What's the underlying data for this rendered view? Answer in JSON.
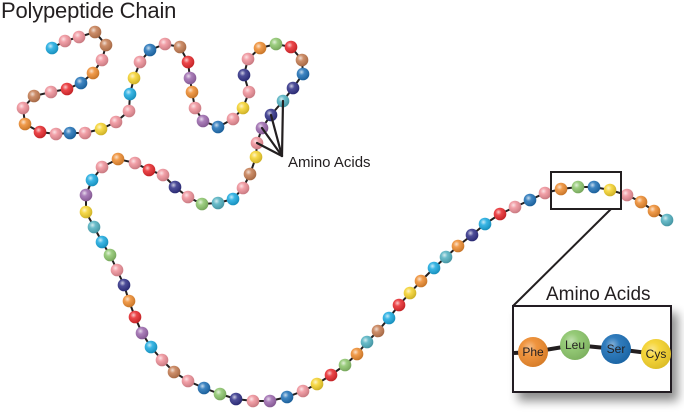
{
  "title": "Polypeptide Chain",
  "pointer_label": "Amino Acids",
  "inset": {
    "title": "Amino Acids",
    "residues": [
      {
        "label": "Phe",
        "color": "orange"
      },
      {
        "label": "Leu",
        "color": "green"
      },
      {
        "label": "Ser",
        "color": "blue"
      },
      {
        "label": "Cys",
        "color": "yellow"
      }
    ]
  },
  "palette": {
    "pink": "#ef8f98",
    "cyan": "#17a9e0",
    "brown": "#c47a4f",
    "orange": "#ee8a2c",
    "blue": "#1c6fb6",
    "red": "#e8262a",
    "yellow": "#f5d22a",
    "purple": "#9b67ad",
    "navy": "#2e2e86",
    "green": "#8bc56a",
    "teal": "#4fb0c0"
  },
  "chain_colors": [
    "cyan",
    "pink",
    "pink",
    "brown",
    "brown",
    "pink",
    "orange",
    "blue",
    "red",
    "pink",
    "brown",
    "pink",
    "orange",
    "red",
    "pink",
    "blue",
    "pink",
    "yellow",
    "pink",
    "pink",
    "cyan",
    "yellow",
    "pink",
    "blue",
    "pink",
    "brown",
    "red",
    "purple",
    "orange",
    "pink",
    "purple",
    "blue",
    "pink",
    "yellow",
    "pink",
    "navy",
    "pink",
    "orange",
    "green",
    "red",
    "brown",
    "blue",
    "navy",
    "teal",
    "navy",
    "purple",
    "pink",
    "yellow",
    "brown",
    "pink",
    "cyan",
    "teal",
    "green",
    "pink",
    "navy",
    "pink",
    "red",
    "pink",
    "orange",
    "pink",
    "cyan",
    "purple",
    "yellow",
    "teal",
    "cyan",
    "green",
    "pink",
    "navy",
    "orange",
    "red",
    "purple",
    "cyan",
    "pink",
    "brown",
    "pink",
    "blue",
    "green",
    "navy",
    "pink",
    "purple",
    "blue",
    "pink",
    "yellow",
    "red",
    "green",
    "orange",
    "teal",
    "brown",
    "cyan",
    "red",
    "yellow",
    "orange",
    "cyan",
    "teal",
    "orange",
    "navy",
    "cyan",
    "red",
    "pink",
    "blue",
    "pink",
    "orange",
    "green",
    "blue",
    "yellow",
    "pink",
    "orange",
    "orange",
    "teal"
  ]
}
